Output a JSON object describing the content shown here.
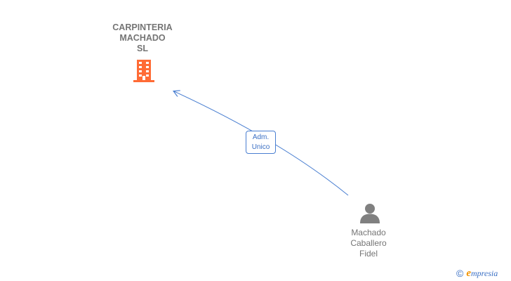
{
  "company": {
    "name_lines": [
      "CARPINTERIA",
      "MACHADO",
      "SL"
    ],
    "icon": "building-icon",
    "icon_color": "#ff6b35"
  },
  "relationship": {
    "label_lines": [
      "Adm.",
      "Unico"
    ],
    "line_color": "#4a7fd1"
  },
  "person": {
    "name_lines": [
      "Machado",
      "Caballero",
      "Fidel"
    ],
    "icon": "person-icon",
    "icon_color": "#808080"
  },
  "watermark": {
    "symbol": "©",
    "brand_initial": "e",
    "brand_rest": "mpresia",
    "brand_color": "#3a6fc4",
    "accent_color": "#f29400"
  }
}
